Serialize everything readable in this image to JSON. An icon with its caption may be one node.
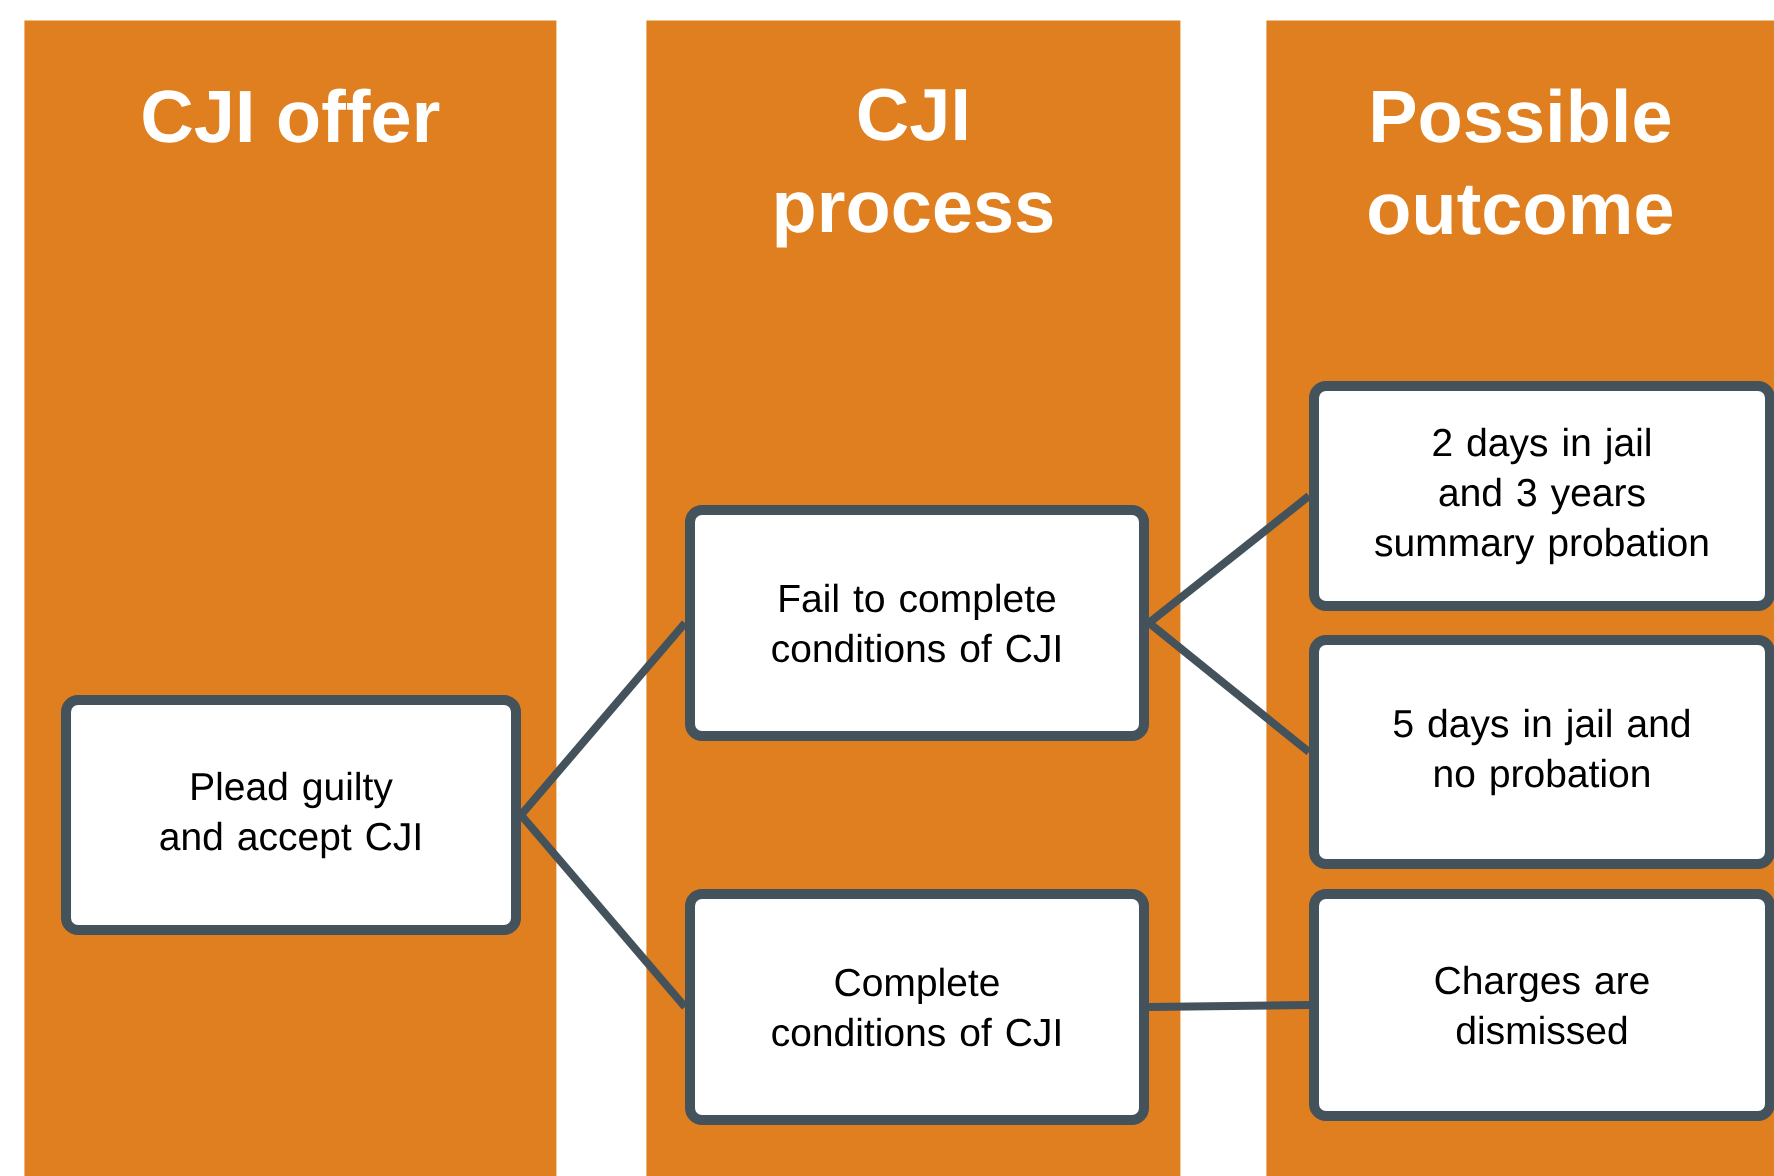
{
  "diagram": {
    "nodes": [
      {
        "text": [
          "CJI offer"
        ]
      },
      {
        "text": [
          "CJI process"
        ]
      },
      {
        "text": [
          "Possible outcome"
        ]
      },
      {
        "text": [
          "Plead guilty and accept CJI"
        ],
        "in": 0
      },
      {
        "text": [
          "Fail to complete conditions of CJI"
        ],
        "in": 1
      },
      {
        "text": [
          "Complete conditions of CJI"
        ],
        "in": 1
      },
      {
        "text": [
          "2 days in jail and 3 years summary probation"
        ],
        "in": 2
      },
      {
        "text": [
          "5 days in jail and no probation"
        ],
        "in": 2
      },
      {
        "text": [
          "Charges are dismissed"
        ],
        "in": 2
      }
    ],
    "edges": [
      {
        "from": 3,
        "to": 4,
        "arrow": "none"
      },
      {
        "from": 3,
        "to": 5,
        "arrow": "none"
      },
      {
        "from": 4,
        "to": 6,
        "arrow": "none"
      },
      {
        "from": 4,
        "to": 7,
        "arrow": "none"
      },
      {
        "from": 5,
        "to": 8,
        "arrow": "none"
      }
    ]
  }
}
